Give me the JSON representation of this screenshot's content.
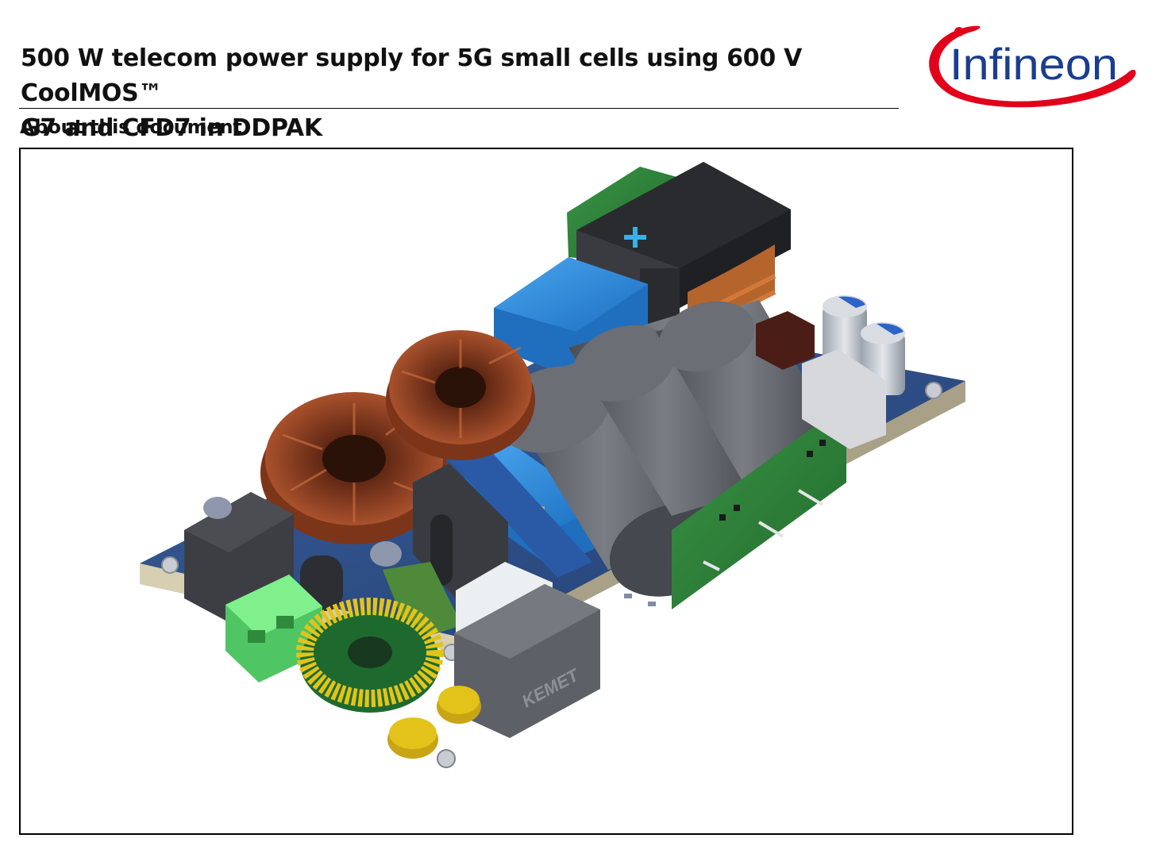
{
  "header": {
    "title_line1": "500 W telecom power supply for 5G small cells using 600 V CoolMOS™",
    "title_line2": "G7 and CFD7 in DDPAK",
    "section": "About this document"
  },
  "logo": {
    "text": "Infineon",
    "text_color": "#1a3d8f",
    "swoosh_color": "#e2001a"
  },
  "figure": {
    "component_marking": "KEMET",
    "colors": {
      "pcb": "#2d4f8a",
      "pcb_edge": "#c9c2a8",
      "daughterboard": "#2f7d3a",
      "bulk_capacitor": "#5c5f66",
      "transformer_core": "#2e2f33",
      "copper_winding": "#9a4424",
      "yellow_winding": "#e3c31a",
      "film_capacitor": "#2f88d8",
      "terminal_block": "#6fdc7a"
    }
  }
}
